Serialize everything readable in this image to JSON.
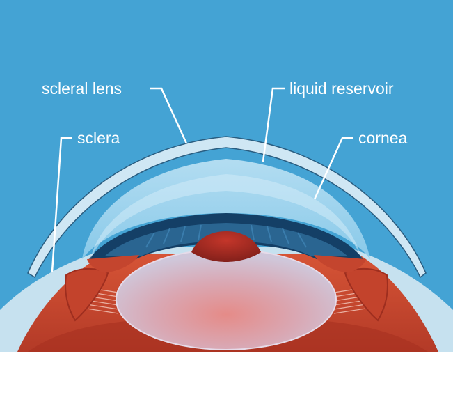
{
  "diagram": {
    "labels": {
      "scleral_lens": "scleral lens",
      "liquid_reservoir": "liquid reservoir",
      "sclera": "sclera",
      "cornea": "cornea"
    }
  },
  "colors": {
    "background": "#44a3d4",
    "page": "#ffffff",
    "sclera_band": "#c6e1ef",
    "tissue": "#cc4a30",
    "tissue_dark": "#a5301f",
    "iris": "#2a6591",
    "iris_dark": "#143f66",
    "lens_body": "#d3c3d6",
    "lens_center": "#e08a8a",
    "liquid_reservoir": "#a6d6ee",
    "scleral_lens": "#cfe7f4",
    "leader_line": "#ffffff"
  }
}
